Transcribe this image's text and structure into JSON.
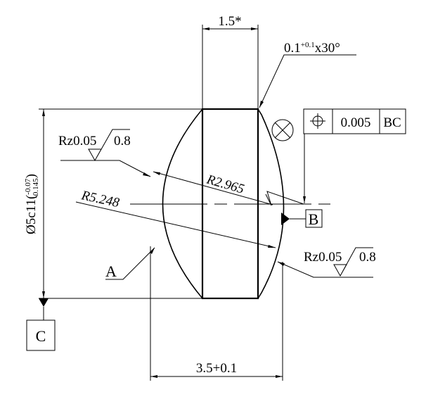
{
  "dimensions": {
    "width_top": "1.5*",
    "diameter_main": "Ø5c11(",
    "diameter_upper_tol": "-0.07",
    "diameter_lower_tol": "-0.145",
    "diameter_close": ")",
    "length_bottom": "3.5+0.1",
    "radius_inner": "R2.965",
    "radius_outer": "R5.248",
    "chamfer_base": "0.1",
    "chamfer_tol": "+0.1",
    "chamfer_angle": "x30°"
  },
  "roughness_left": {
    "value": "Rz0.05",
    "cutoff": "0.8"
  },
  "roughness_right": {
    "value": "Rz0.05",
    "cutoff": "0.8"
  },
  "feature_control_frame": {
    "symbol": "position-icon",
    "tolerance": "0.005",
    "datums": "BC"
  },
  "datums": {
    "b": "B",
    "c": "C",
    "a": "A"
  }
}
